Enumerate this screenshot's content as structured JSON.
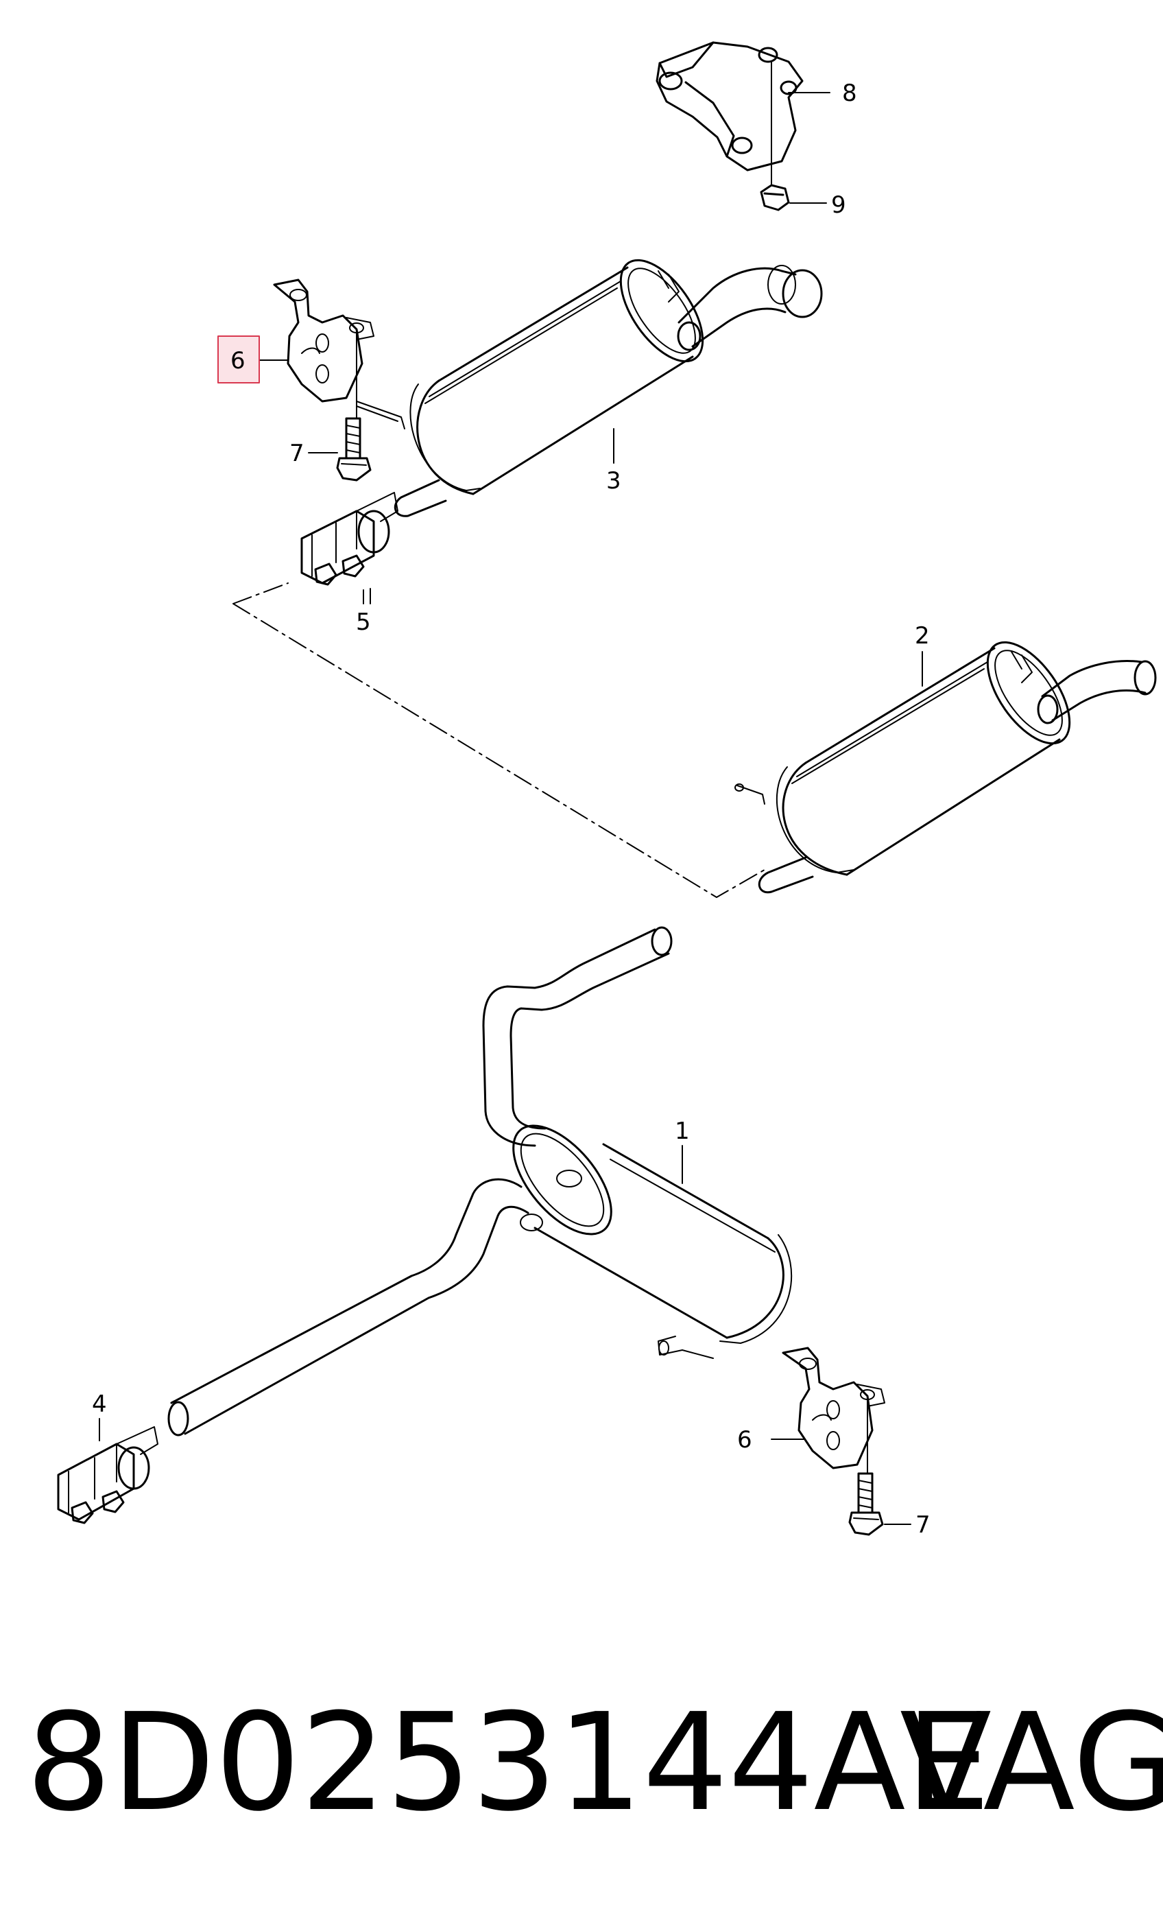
{
  "callouts": {
    "c1": "1",
    "c2": "2",
    "c3": "3",
    "c4": "4",
    "c5": "5",
    "c6_top": "6",
    "c6_bottom": "6",
    "c7_top": "7",
    "c7_bottom": "7",
    "c8": "8",
    "c9": "9"
  },
  "footer": {
    "part_number": "8D0253144AE",
    "brand": "VAG"
  },
  "colors": {
    "line": "#000000",
    "highlight_fill": "#fbe3e7",
    "highlight_stroke": "#d9384f"
  }
}
